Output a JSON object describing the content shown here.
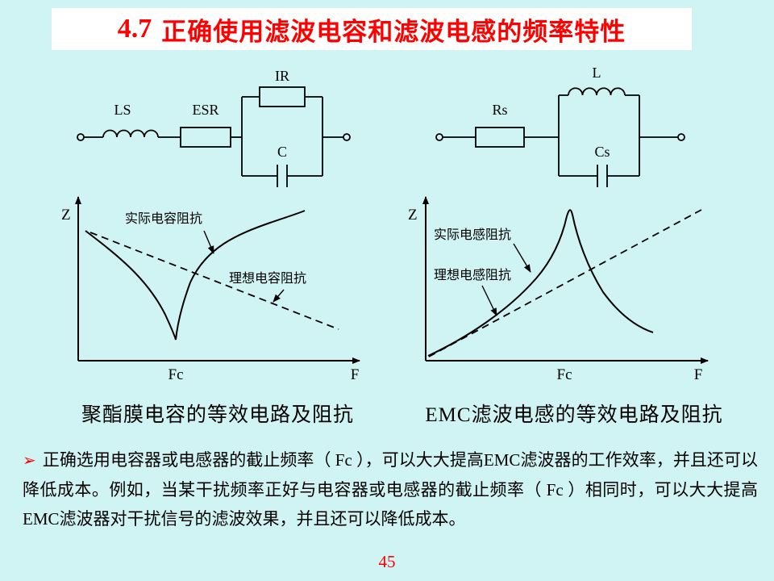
{
  "slide": {
    "title_number": "4.7",
    "title_text": "正确使用滤波电容和滤波电感的频率特性",
    "page_number": "45",
    "colors": {
      "background": "#d0f4f4",
      "accent_red": "#ff0000",
      "title_bg": "#ffffff",
      "line": "#000000"
    }
  },
  "capacitor_section": {
    "circuit": {
      "inductor_label": "LS",
      "esr_label": "ESR",
      "ir_label": "IR",
      "cap_label": "C"
    },
    "graph": {
      "y_label": "Z",
      "x_label": "F",
      "fc_label": "Fc",
      "solid_label": "实际电容阻抗",
      "dashed_label": "理想电容阻抗"
    },
    "caption": "聚酯膜电容的等效电路及阻抗"
  },
  "inductor_section": {
    "circuit": {
      "rs_label": "Rs",
      "inductor_label": "L",
      "cap_label": "Cs"
    },
    "graph": {
      "y_label": "Z",
      "x_label": "F",
      "fc_label": "Fc",
      "solid_label": "实际电感阻抗",
      "dashed_label": "理想电感阻抗"
    },
    "caption": "EMC滤波电感的等效电路及阻抗"
  },
  "body": {
    "bullet": "➢",
    "text": "正确选用电容器或电感器的截止频率（ Fc ），可以大大提高EMC滤波器的工作效率，并且还可以降低成本。例如，当某干扰频率正好与电容器或电感器的截止频率（ Fc ）相同时，可以大大提高EMC滤波器对干扰信号的滤波效果，并且还可以降低成本。"
  },
  "chart_data": [
    {
      "type": "line",
      "title": "聚酯膜电容的等效电路及阻抗",
      "xlabel": "F",
      "ylabel": "Z",
      "x_ticks": [
        "Fc"
      ],
      "series": [
        {
          "name": "实际电容阻抗",
          "style": "solid",
          "shape": "impedance decreases with frequency, sharp V-notch minimum at Fc, then rises again"
        },
        {
          "name": "理想电容阻抗",
          "style": "dashed",
          "shape": "straight line monotonically decreasing with frequency"
        }
      ]
    },
    {
      "type": "line",
      "title": "EMC滤波电感的等效电路及阻抗",
      "xlabel": "F",
      "ylabel": "Z",
      "x_ticks": [
        "Fc"
      ],
      "series": [
        {
          "name": "实际电感阻抗",
          "style": "solid",
          "shape": "impedance rises with frequency, sharp resonance peak at Fc, then falls"
        },
        {
          "name": "理想电感阻抗",
          "style": "dashed",
          "shape": "straight line monotonically increasing with frequency"
        }
      ]
    }
  ]
}
